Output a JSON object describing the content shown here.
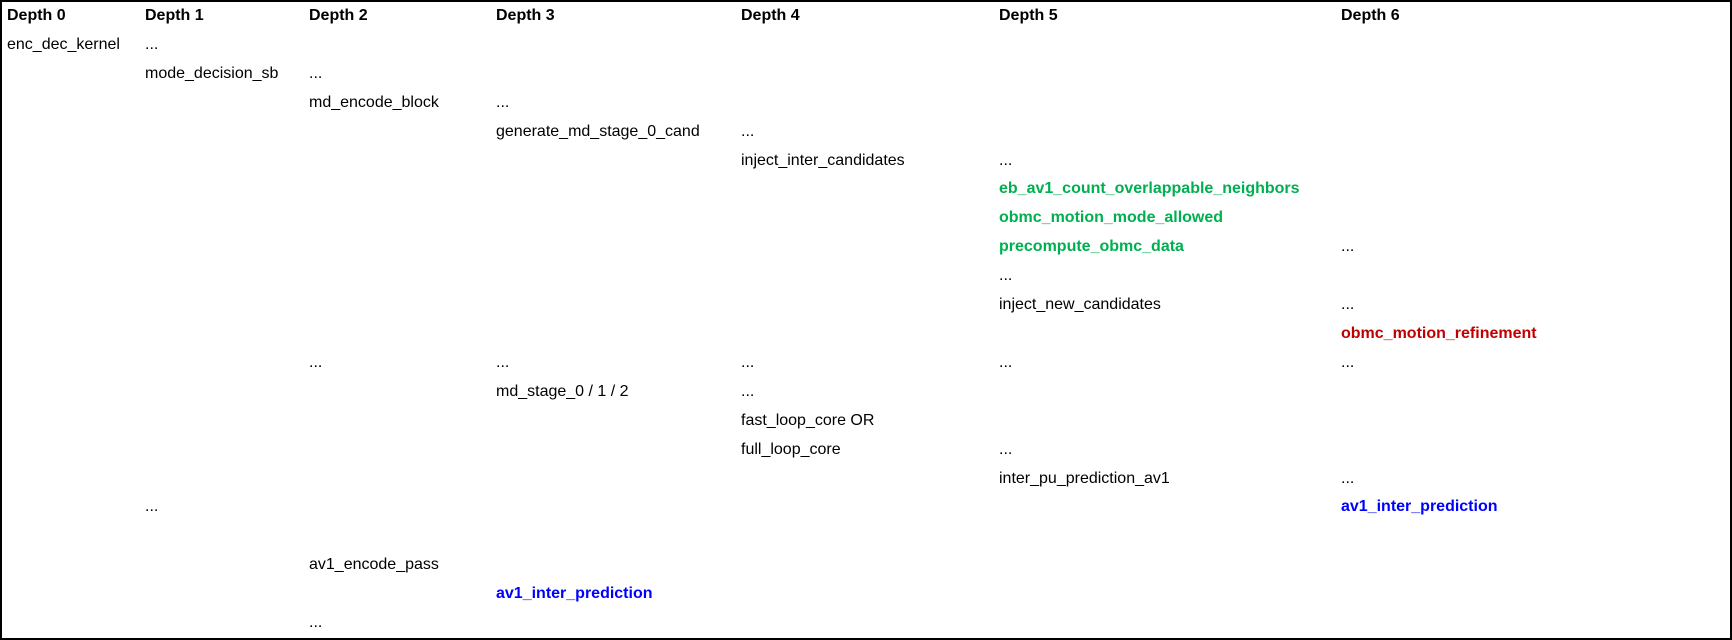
{
  "table": {
    "headers": [
      "Depth 0",
      "Depth 1",
      "Depth 2",
      "Depth 3",
      "Depth 4",
      "Depth 5",
      "Depth 6"
    ],
    "rows": [
      {
        "cells": [
          {
            "col": 0,
            "text": "enc_dec_kernel",
            "style": "normal"
          },
          {
            "col": 1,
            "text": "...",
            "style": "normal"
          }
        ]
      },
      {
        "cells": [
          {
            "col": 1,
            "text": "mode_decision_sb",
            "style": "normal"
          },
          {
            "col": 2,
            "text": "...",
            "style": "normal"
          }
        ]
      },
      {
        "cells": [
          {
            "col": 2,
            "text": "md_encode_block",
            "style": "normal"
          },
          {
            "col": 3,
            "text": "...",
            "style": "normal"
          }
        ]
      },
      {
        "cells": [
          {
            "col": 3,
            "text": "generate_md_stage_0_cand",
            "style": "normal"
          },
          {
            "col": 4,
            "text": "...",
            "style": "normal"
          }
        ]
      },
      {
        "cells": [
          {
            "col": 4,
            "text": "inject_inter_candidates",
            "style": "normal"
          },
          {
            "col": 5,
            "text": "...",
            "style": "normal"
          }
        ]
      },
      {
        "cells": [
          {
            "col": 5,
            "text": "eb_av1_count_overlappable_neighbors",
            "style": "green"
          }
        ]
      },
      {
        "cells": [
          {
            "col": 5,
            "text": "obmc_motion_mode_allowed",
            "style": "green"
          }
        ]
      },
      {
        "cells": [
          {
            "col": 5,
            "text": "precompute_obmc_data",
            "style": "green"
          },
          {
            "col": 6,
            "text": "...",
            "style": "normal"
          }
        ]
      },
      {
        "cells": [
          {
            "col": 5,
            "text": "...",
            "style": "normal"
          }
        ]
      },
      {
        "cells": [
          {
            "col": 5,
            "text": "inject_new_candidates",
            "style": "normal"
          },
          {
            "col": 6,
            "text": "...",
            "style": "normal"
          }
        ]
      },
      {
        "cells": [
          {
            "col": 6,
            "text": "obmc_motion_refinement",
            "style": "red"
          }
        ]
      },
      {
        "cells": [
          {
            "col": 2,
            "text": "...",
            "style": "normal"
          },
          {
            "col": 3,
            "text": "...",
            "style": "normal"
          },
          {
            "col": 4,
            "text": "...",
            "style": "normal"
          },
          {
            "col": 5,
            "text": "...",
            "style": "normal"
          },
          {
            "col": 6,
            "text": "...",
            "style": "normal"
          }
        ]
      },
      {
        "cells": [
          {
            "col": 3,
            "text": "md_stage_0 / 1 / 2",
            "style": "normal"
          },
          {
            "col": 4,
            "text": "...",
            "style": "normal"
          }
        ]
      },
      {
        "cells": [
          {
            "col": 4,
            "text": "fast_loop_core OR",
            "style": "normal"
          }
        ]
      },
      {
        "cells": [
          {
            "col": 4,
            "text": "full_loop_core",
            "style": "normal"
          },
          {
            "col": 5,
            "text": "...",
            "style": "normal"
          }
        ]
      },
      {
        "cells": [
          {
            "col": 5,
            "text": "inter_pu_prediction_av1",
            "style": "normal"
          },
          {
            "col": 6,
            "text": "...",
            "style": "normal"
          }
        ]
      },
      {
        "cells": [
          {
            "col": 1,
            "text": "...",
            "style": "normal"
          },
          {
            "col": 6,
            "text": "av1_inter_prediction",
            "style": "blue"
          }
        ]
      },
      {
        "cells": []
      },
      {
        "cells": [
          {
            "col": 2,
            "text": "av1_encode_pass",
            "style": "normal"
          }
        ]
      },
      {
        "cells": [
          {
            "col": 3,
            "text": "av1_inter_prediction",
            "style": "blue"
          }
        ]
      },
      {
        "cells": [
          {
            "col": 2,
            "text": "...",
            "style": "normal"
          }
        ]
      }
    ]
  },
  "colors": {
    "normal": "#000000",
    "green": "#00B050",
    "red": "#C00000",
    "blue": "#0000FF",
    "background": "#FFFFFF",
    "border": "#000000"
  }
}
